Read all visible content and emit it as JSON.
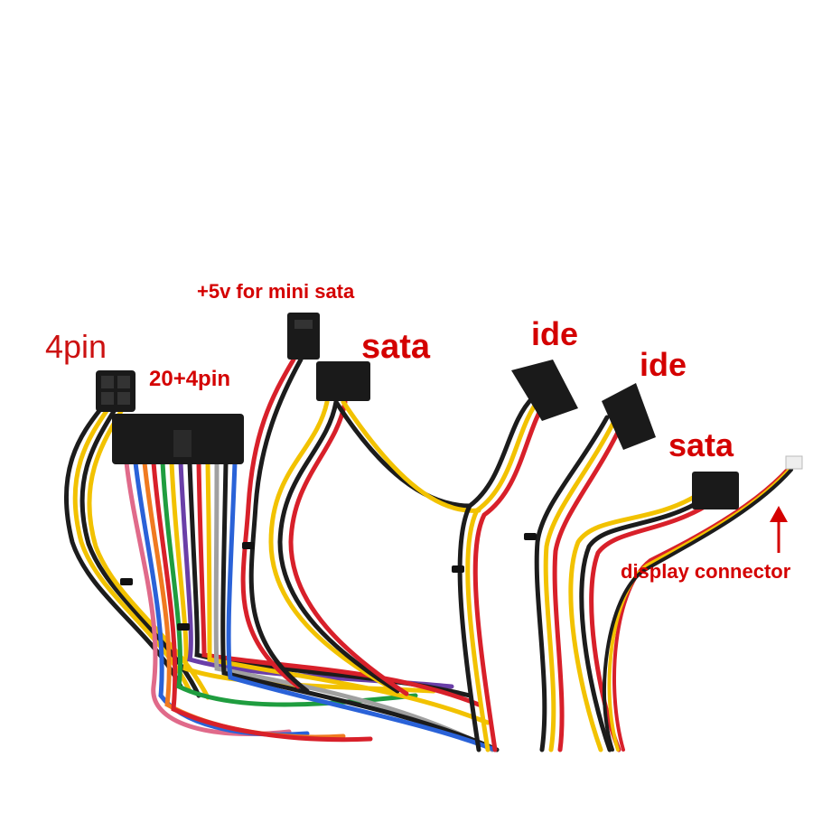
{
  "labels": {
    "four_pin": "4pin",
    "twenty_four_pin": "20+4pin",
    "plus5v": "+5v for mini sata",
    "sata_top": "sata",
    "ide_left": "ide",
    "ide_right": "ide",
    "sata_right": "sata",
    "display_connector": "display connector"
  },
  "colors": {
    "label_red": "#d40000",
    "connector_black": "#1a1a1a",
    "wire_yellow": "#f2c200",
    "wire_red": "#d8202a",
    "wire_black": "#1c1c1c",
    "wire_orange": "#f07a20",
    "wire_green": "#1f9d3f",
    "wire_blue": "#2a62d8",
    "wire_purple": "#6a3fa8",
    "wire_grey": "#a0a0a0",
    "wire_pink": "#e06a8a"
  },
  "icons": [
    "up-arrow-icon"
  ]
}
